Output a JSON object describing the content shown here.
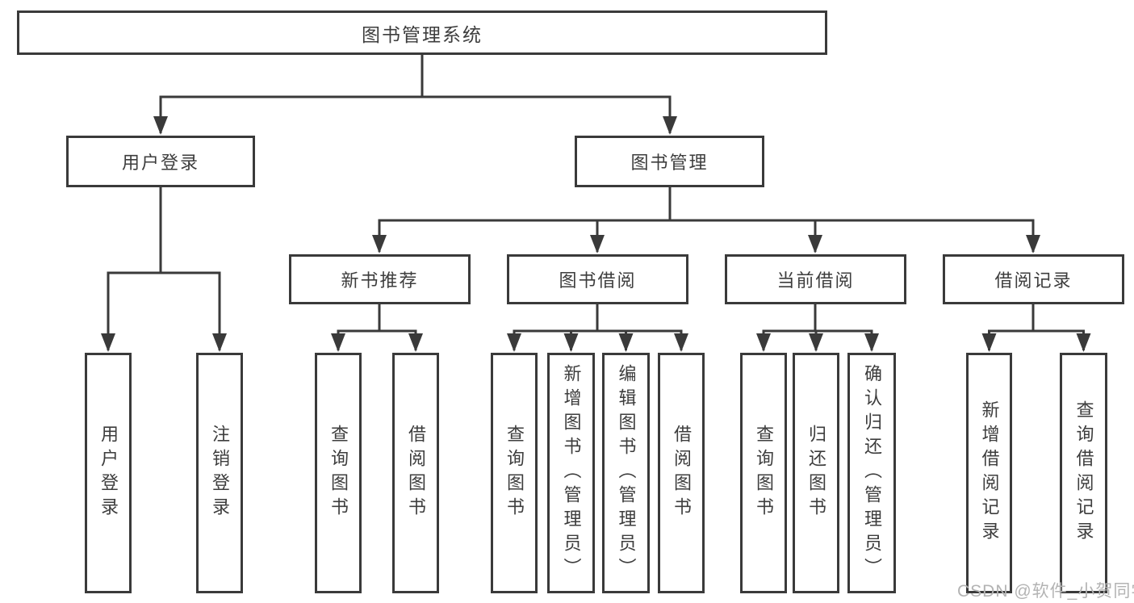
{
  "tree": {
    "root": {
      "label": "图书管理系统"
    },
    "branches": [
      {
        "label": "用户登录",
        "children": [
          {
            "label": "用户登录"
          },
          {
            "label": "注销登录"
          }
        ]
      },
      {
        "label": "图书管理",
        "children": [
          {
            "label": "新书推荐",
            "children": [
              {
                "label": "查询图书"
              },
              {
                "label": "借阅图书"
              }
            ]
          },
          {
            "label": "图书借阅",
            "children": [
              {
                "label": "查询图书"
              },
              {
                "label": "新增图书（管理员）"
              },
              {
                "label": "编辑图书（管理员）"
              },
              {
                "label": "借阅图书"
              }
            ]
          },
          {
            "label": "当前借阅",
            "children": [
              {
                "label": "查询图书"
              },
              {
                "label": "归还图书"
              },
              {
                "label": "确认归还（管理员）"
              }
            ]
          },
          {
            "label": "借阅记录",
            "children": [
              {
                "label": "新增借阅记录"
              },
              {
                "label": "查询借阅记录"
              }
            ]
          }
        ]
      }
    ]
  },
  "watermark": {
    "text": "CSDN @软件_小贺同学"
  },
  "colors": {
    "line": "#3a3a3a",
    "box_border": "#3a3a3a",
    "text": "#3d3d3d",
    "watermark": "#b3b3b3",
    "background": "#ffffff"
  }
}
